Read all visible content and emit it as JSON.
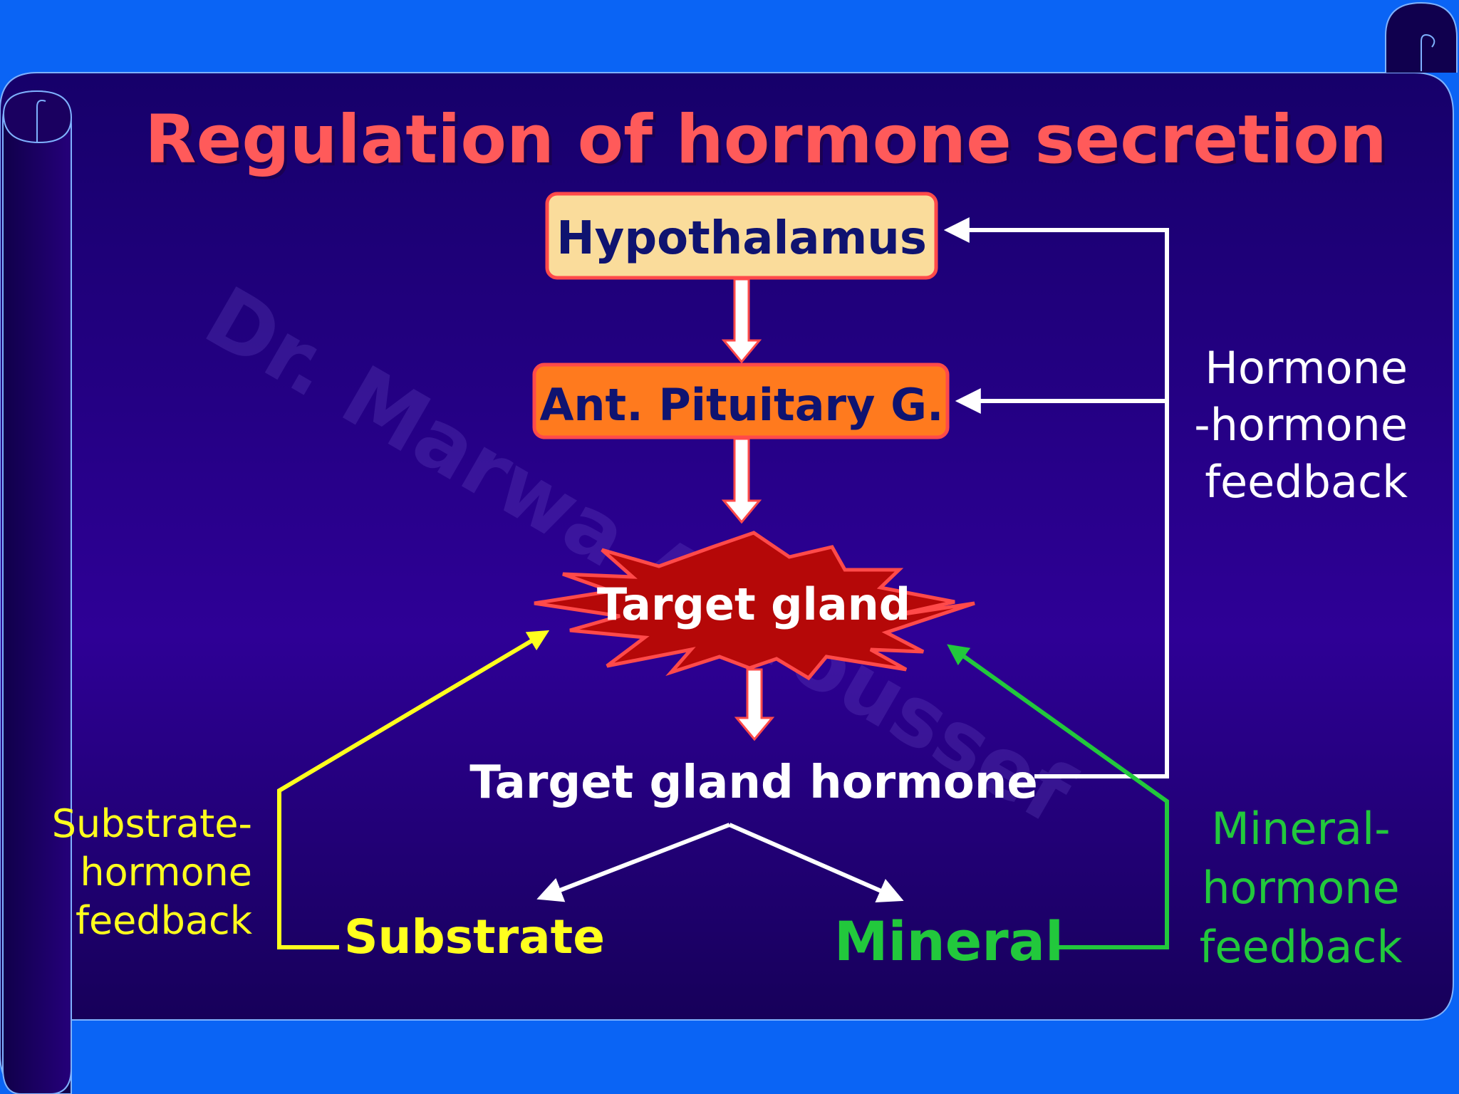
{
  "slide": {
    "title": "Regulation of hormone secretion",
    "watermark": "Dr. Marwa A. Youssef",
    "colors": {
      "outer_blue": "#0a64f5",
      "scroll_top": "#16006a",
      "scroll_bottom": "#2a0090",
      "title_red": "#ff5a5a",
      "navy_text": "#0f1370",
      "hypothalamus_fill": "#fadc9b",
      "pituitary_fill": "#ff7a1e",
      "box_border": "#ff4a4a",
      "starburst_fill": "#b50808",
      "yellow": "#ffff1e",
      "green": "#22c83c",
      "white": "#ffffff"
    }
  },
  "nodes": {
    "hypothalamus": "Hypothalamus",
    "pituitary": "Ant. Pituitary G.",
    "target_gland": "Target gland",
    "target_hormone": "Target gland hormone",
    "substrate": "Substrate",
    "mineral": "Mineral"
  },
  "feedback": {
    "hormone_hormone": [
      "Hormone",
      "-hormone",
      "feedback"
    ],
    "substrate_hormone": [
      "Substrate-",
      "hormone",
      "feedback"
    ],
    "mineral_hormone": [
      "Mineral-",
      "hormone",
      "feedback"
    ]
  },
  "icons": {
    "scroll_curl_top": "scroll-curl-icon",
    "scroll_curl_left": "scroll-curl-icon",
    "target_gland_shape": "starburst-icon"
  }
}
